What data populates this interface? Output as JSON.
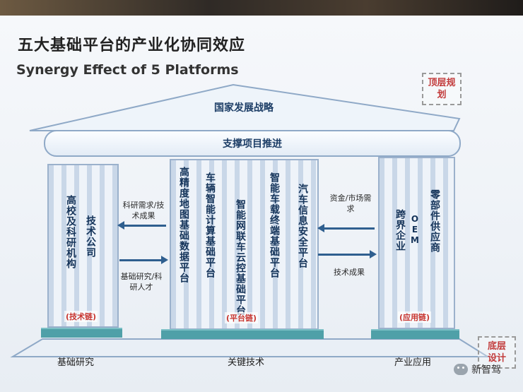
{
  "title_cn": "五大基础平台的产业化协同效应",
  "title_en": "Synergy Effect of 5 Platforms",
  "stamps": {
    "top": "顶层规划",
    "bottom": "底层设计"
  },
  "roof": "国家发展战略",
  "beam": "支撑项目推进",
  "left_pillar": {
    "columns": [
      "高校及科研机构",
      "技术公司"
    ],
    "tag": "(技术链)"
  },
  "middle_pillar": {
    "columns": [
      "高精度地图基础数据平台",
      "车辆智能计算基础平台",
      "智能网联车云控基础平台",
      "智能车载终端基础平台",
      "汽车信息安全平台"
    ],
    "tag": "(平台链)"
  },
  "right_pillar": {
    "columns": [
      "跨界企业",
      "OEM",
      "零部件供应商"
    ],
    "tag": "(应用链)"
  },
  "left_arrows": {
    "top": "科研需求/技术成果",
    "bottom": "基础研究/科研人才"
  },
  "right_arrows": {
    "top": "资金/市场需求",
    "bottom": "技术成果"
  },
  "floor": {
    "left": "基础研究",
    "middle": "关键技术",
    "right": "产业应用"
  },
  "watermark": "新智驾",
  "colors": {
    "accent": "#1c3d66",
    "tag": "#c8352f",
    "base": "#4fa0a8"
  }
}
